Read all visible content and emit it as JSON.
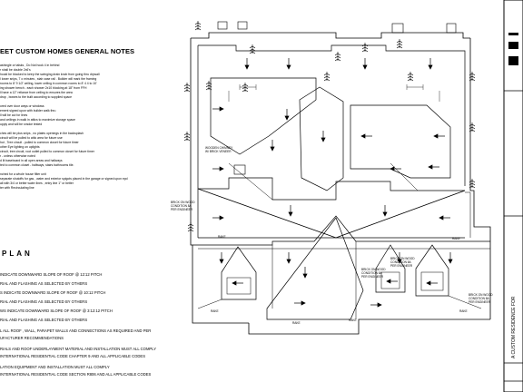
{
  "notes": {
    "title": "EET CUSTOM HOMES GENERAL NOTES",
    "lines": [
      "ashingle or talsks , Do Not hook 4 in behind",
      "r shall be double 2x6's",
      "hould be blocked to keep the swinging drain knob from going thru drywall",
      "l lower snips, 7 o minutes , stair case rail . Builder will mark the framing",
      "rooms to 8' 9 1/2' ceiling, lower ceiling in common rooms to 8' 4 4 to 10'",
      "ing shower bench - each shower 2x10 blocking at 18\" from FFH",
      "ll have a 12\" reliance from ceiling to ensures the area",
      "drop , bowes to the built according to supplied space",
      "",
      "ored over door ways or windows",
      "ement signed upon with builder walk thru",
      "ll will be cut for lines",
      "and ceilings in walk in attics to maximize storage space",
      "upply and will be smoke tested",
      "",
      "ches will be plus snips , no plates openings in the backsplash",
      "circuit will be pulled to attic area for future use",
      "hot , Tree circuit - pulled to common closet for future timer",
      "other Eye lighting on uplights",
      "circuit, tree circuit, root outlet pulled to common closet for future timer",
      "r - unless otherwise noted",
      "d lit baseboard in all open areas and hallways",
      "ted to common closet - hallways, stairs bathrooms tile.",
      "",
      "nched for a whole house filter unit",
      "separate shutoffs for gas , water and exterior spigots placed in the garage or signed upon epd",
      "all with 3/4 or better water lines , entry line 1\" or better",
      "ter with Recirculating line"
    ]
  },
  "plan": {
    "title": "PLAN",
    "legend": [
      "INDICATE DOWNWARD SLOPE OF ROOF @ 12:12 PITCH",
      "RIAL AND FLASHING AS SELECTED BY OTHERS",
      "S INDICATE DOWNWARD SLOPE OF ROOF @ 10:12 PITCH",
      "RIAL AND FLASHING AS SELECTED BY OTHERS",
      "WS INDICATE DOWNWARD SLOPE OF ROOF @ 3:12:12 PITCH",
      "RIAL AND FLASHING AS SELECTED BY OTHERS",
      "L ALL ROOF , WALL, PARAPET WALLS AND CONNECTIONS AS REQUIRED AND PER",
      "UFACTURER RECOMMENDATIONS",
      "RIALS AND ROOF UNDERLAYMENT MATERIAL AND INSTALLATION MUST ALL COMPLY",
      "INTERNATIONAL RESIDENTIAL CODE CHAPTER 9 AND ALL APPLICABLE CODES",
      "LATION EQUIPMENT AND INSTALLATION MUST ALL COMPLY",
      "INTERNATIONAL RESIDENTIAL CODE SECTION R806 AND ALL APPLICABLE CODES"
    ]
  },
  "callouts": {
    "chimney": [
      "WOODEN CHIMNEY",
      "W/ BRICK VENEER"
    ],
    "brick_1": [
      "BRICK ON WOOD",
      "CONDITION 8A",
      "PER ENGINEER"
    ],
    "brick_2": [
      "BRICK ON WOOD",
      "CONDITION 8A",
      "PER ENGINEER"
    ],
    "brick_3": [
      "BRICK ON WOOD",
      "CONDITION 8A",
      "PER ENGINEER"
    ],
    "brick_4": [
      "BRICK ON WOOD",
      "CONDITION 8A",
      "PER ENGINEER"
    ],
    "rake_label": "RAKE"
  },
  "title_block": {
    "vertical_text": "A CUSTOM RESIDENCE FOR"
  }
}
